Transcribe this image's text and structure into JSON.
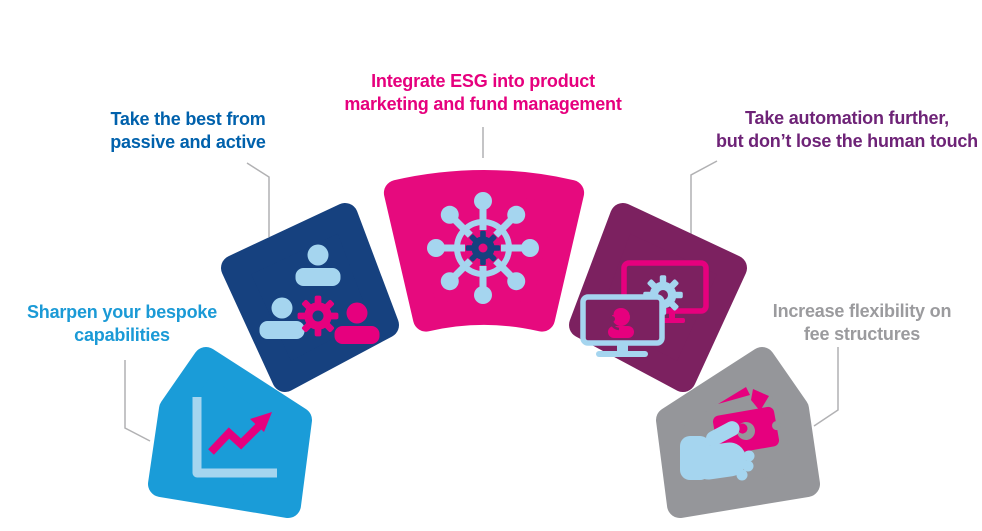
{
  "figure": {
    "background_color": "#ffffff",
    "connector_color": "#b1b1b3",
    "icon_colors": {
      "pale_blue": "#a5d5ef",
      "pink": "#e6007e",
      "navy": "#16417f"
    },
    "segments": [
      {
        "name": "bespoke-capabilities",
        "label_line1": "Sharpen your bespoke",
        "label_line2": "capabilities",
        "shape_color": "#1a9cd8",
        "label_color": "#1b9ad6",
        "icon": "line-chart-rising-arrow-icon"
      },
      {
        "name": "passive-and-active",
        "label_line1": "Take the best from",
        "label_line2": "passive and active",
        "shape_color": "#16417f",
        "label_color": "#0061ac",
        "icon": "team-with-gear-icon"
      },
      {
        "name": "esg-integration",
        "label_line1": "Integrate ESG into product",
        "label_line2": "marketing and fund management",
        "shape_color": "#e60a7e",
        "label_color": "#e6007e",
        "icon": "network-hub-gear-icon"
      },
      {
        "name": "automation-human-touch",
        "label_line1": "Take automation further,",
        "label_line2": "but don’t lose the human touch",
        "shape_color": "#7c2160",
        "label_color": "#6e2377",
        "icon": "monitors-support-gear-icon"
      },
      {
        "name": "fee-flexibility",
        "label_line1": "Increase flexibility on",
        "label_line2": "fee structures",
        "shape_color": "#95969a",
        "label_color": "#9b9b9e",
        "icon": "hand-holding-money-icon"
      }
    ]
  }
}
